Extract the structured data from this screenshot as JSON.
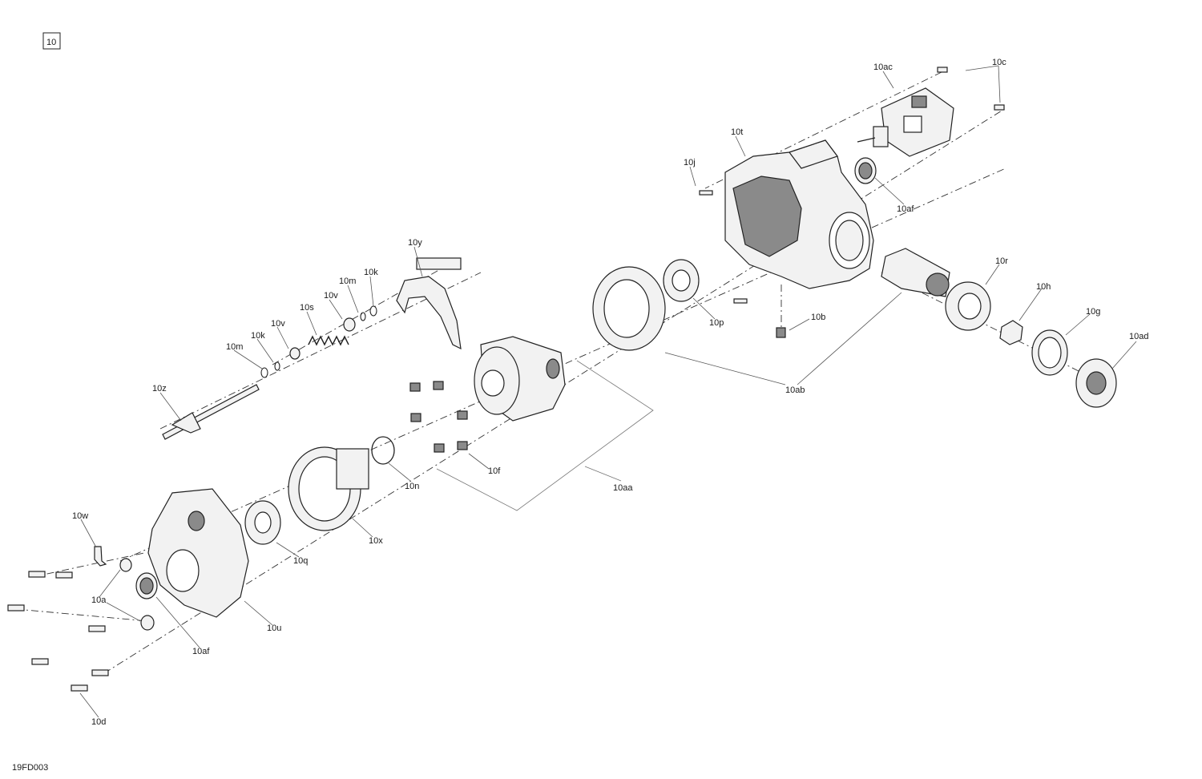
{
  "diagram": {
    "figure_number": "10",
    "drawing_code": "19FD003",
    "callouts": {
      "c10ac": "10ac",
      "c10c": "10c",
      "c10t": "10t",
      "c10j": "10j",
      "c10af_top": "10af",
      "c10y": "10y",
      "c10k_top": "10k",
      "c10m_top": "10m",
      "c10v_top": "10v",
      "c10s": "10s",
      "c10v": "10v",
      "c10k": "10k",
      "c10m": "10m",
      "c10z": "10z",
      "c10p": "10p",
      "c10b": "10b",
      "c10ab": "10ab",
      "c10r": "10r",
      "c10h": "10h",
      "c10g": "10g",
      "c10ad": "10ad",
      "c10n": "10n",
      "c10f": "10f",
      "c10aa": "10aa",
      "c10x": "10x",
      "c10q": "10q",
      "c10w": "10w",
      "c10a": "10a",
      "c10u": "10u",
      "c10af": "10af",
      "c10d": "10d"
    }
  }
}
